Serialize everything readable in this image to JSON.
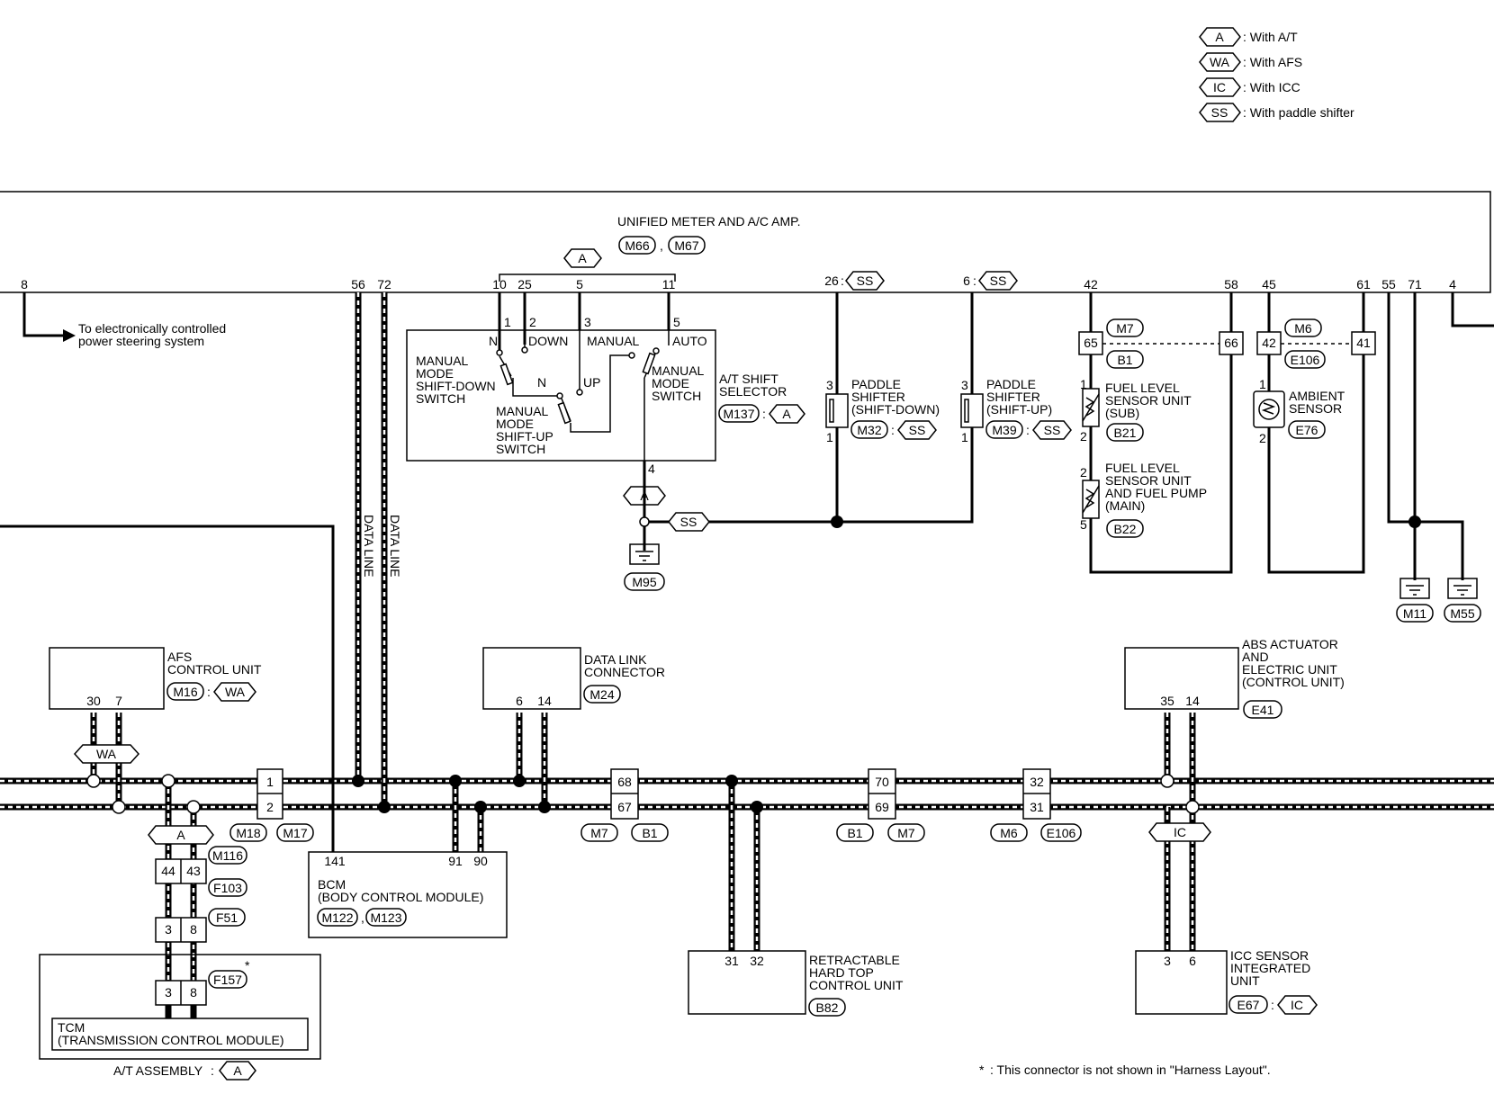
{
  "legend": [
    {
      "code": "A",
      "text": ": With A/T"
    },
    {
      "code": "WA",
      "text": ": With AFS"
    },
    {
      "code": "IC",
      "text": ": With ICC"
    },
    {
      "code": "SS",
      "text": ": With paddle shifter"
    }
  ],
  "unified_meter": {
    "title": "UNIFIED METER AND A/C AMP.",
    "conn1": "M66",
    "conn2": "M67",
    "comma": ",",
    "opt": "A"
  },
  "terminals": {
    "t8": "8",
    "t56": "56",
    "t72": "72",
    "t10": "10",
    "t25": "25",
    "t5": "5",
    "t11": "11",
    "t26": "26",
    "t6": "6",
    "t42": "42",
    "t58": "58",
    "t45": "45",
    "t61": "61",
    "t55": "55",
    "t71": "71",
    "t4": "4",
    "colon": ":",
    "ss": "SS"
  },
  "power_steering": {
    "line1": "To electronically controlled",
    "line2": "power steering system"
  },
  "at_selector": {
    "pin1": "1",
    "pin2": "2",
    "pin3": "3",
    "pin5": "5",
    "pin4": "4",
    "n": "N",
    "down": "DOWN",
    "manual": "MANUAL",
    "auto": "AUTO",
    "n2": "N",
    "up": "UP",
    "sd1": "MANUAL",
    "sd2": "MODE",
    "sd3": "SHIFT-DOWN",
    "sd4": "SWITCH",
    "su1": "MANUAL",
    "su2": "MODE",
    "su3": "SHIFT-UP",
    "su4": "SWITCH",
    "ms1": "MANUAL",
    "ms2": "MODE",
    "ms3": "SWITCH",
    "sel1": "A/T SHIFT",
    "sel2": "SELECTOR",
    "conn": "M137",
    "colon": ":",
    "opt": "A",
    "ground": "M95",
    "opt_a": "A",
    "opt_ss": "SS"
  },
  "paddle_down": {
    "l1": "PADDLE",
    "l2": "SHIFTER",
    "l3": "(SHIFT-DOWN)",
    "conn": "M32",
    "colon": ":",
    "opt": "SS",
    "p3": "3",
    "p1": "1"
  },
  "paddle_up": {
    "l1": "PADDLE",
    "l2": "SHIFTER",
    "l3": "(SHIFT-UP)",
    "conn": "M39",
    "colon": ":",
    "opt": "SS",
    "p3": "3",
    "p1": "1"
  },
  "fuel": {
    "c65": "65",
    "c66": "66",
    "m7": "M7",
    "b1": "B1",
    "sub1": "FUEL LEVEL",
    "sub2": "SENSOR UNIT",
    "sub3": "(SUB)",
    "sub_conn": "B21",
    "sub_p1": "1",
    "sub_p2": "2",
    "main1": "FUEL LEVEL",
    "main2": "SENSOR UNIT",
    "main3": "AND FUEL PUMP",
    "main4": "(MAIN)",
    "main_conn": "B22",
    "main_p2": "2",
    "main_p5": "5"
  },
  "ambient": {
    "c42": "42",
    "c41": "41",
    "m6": "M6",
    "e106": "E106",
    "l1": "AMBIENT",
    "l2": "SENSOR",
    "conn": "E76",
    "p1": "1",
    "p2": "2"
  },
  "grounds": {
    "g1": "M11",
    "g2": "M55"
  },
  "data_line": {
    "label": "DATA LINE"
  },
  "afs": {
    "l1": "AFS",
    "l2": "CONTROL UNIT",
    "conn": "M16",
    "colon": ":",
    "opt": "WA",
    "p30": "30",
    "p7": "7",
    "opt_wa": "WA"
  },
  "dlc": {
    "l1": "DATA LINK",
    "l2": "CONNECTOR",
    "conn": "M24",
    "p6": "6",
    "p14": "14"
  },
  "abs": {
    "l1": "ABS ACTUATOR",
    "l2": "AND",
    "l3": "ELECTRIC UNIT",
    "l4": "(CONTROL UNIT)",
    "conn": "E41",
    "p35": "35",
    "p14": "14"
  },
  "joints": {
    "j1a": "1",
    "j1b": "2",
    "j1c1": "M18",
    "j1c2": "M17",
    "j2a": "68",
    "j2b": "67",
    "j2c1": "M7",
    "j2c2": "B1",
    "j3a": "70",
    "j3b": "69",
    "j3c1": "B1",
    "j3c2": "M7",
    "j4a": "32",
    "j4b": "31",
    "j4c1": "M6",
    "j4c2": "E106"
  },
  "tcm": {
    "opt_a": "A",
    "c_m116": "M116",
    "p44": "44",
    "p43": "43",
    "c_f103": "F103",
    "p3a": "3",
    "p8a": "8",
    "c_f51": "F51",
    "p3b": "3",
    "p8b": "8",
    "c_f157": "F157",
    "star": "*",
    "l1": "TCM",
    "l2": "(TRANSMISSION CONTROL MODULE)",
    "asm": "A/T ASSEMBLY",
    "colon": ":",
    "asm_opt": "A"
  },
  "bcm": {
    "p141": "141",
    "p91": "91",
    "p90": "90",
    "l1": "BCM",
    "l2": "(BODY CONTROL MODULE)",
    "conn1": "M122",
    "conn2": "M123",
    "comma": ","
  },
  "hard_top": {
    "p31": "31",
    "p32": "32",
    "l1": "RETRACTABLE",
    "l2": "HARD TOP",
    "l3": "CONTROL UNIT",
    "conn": "B82"
  },
  "icc": {
    "opt": "IC",
    "p3": "3",
    "p6": "6",
    "l1": "ICC SENSOR",
    "l2": "INTEGRATED",
    "l3": "UNIT",
    "conn": "E67",
    "colon": ":",
    "opt2": "IC"
  },
  "footnote": {
    "star": "*",
    "text": ": This connector is not shown in \"Harness Layout\"."
  }
}
